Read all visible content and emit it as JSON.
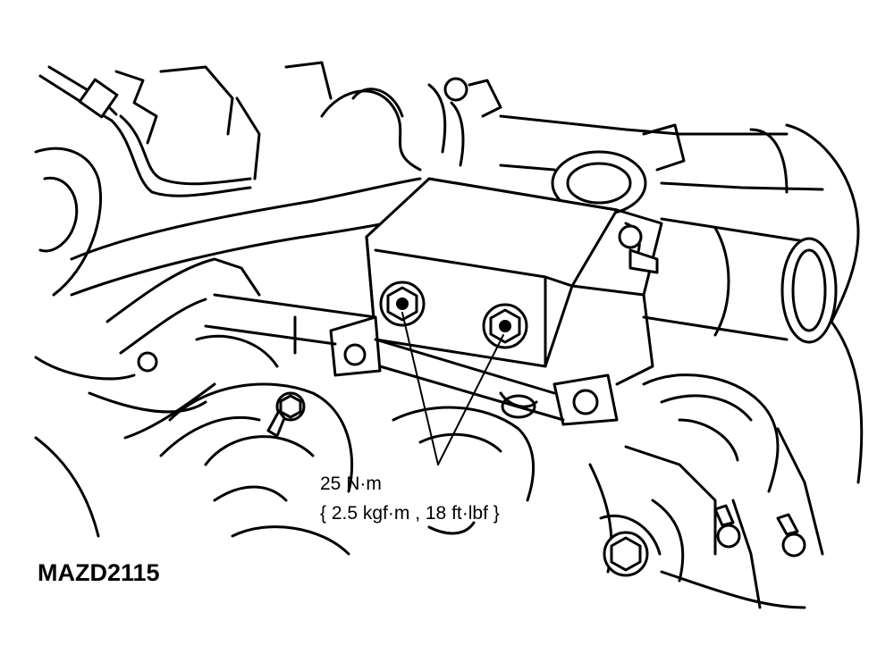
{
  "figure": {
    "figure_id": "MAZD2115"
  },
  "torque_callout": {
    "value_si": "25 N·m",
    "value_alt": "{ 2.5 kgf·m , 18 ft·lbf }"
  },
  "colors": {
    "line": "#000000",
    "background": "#ffffff"
  }
}
